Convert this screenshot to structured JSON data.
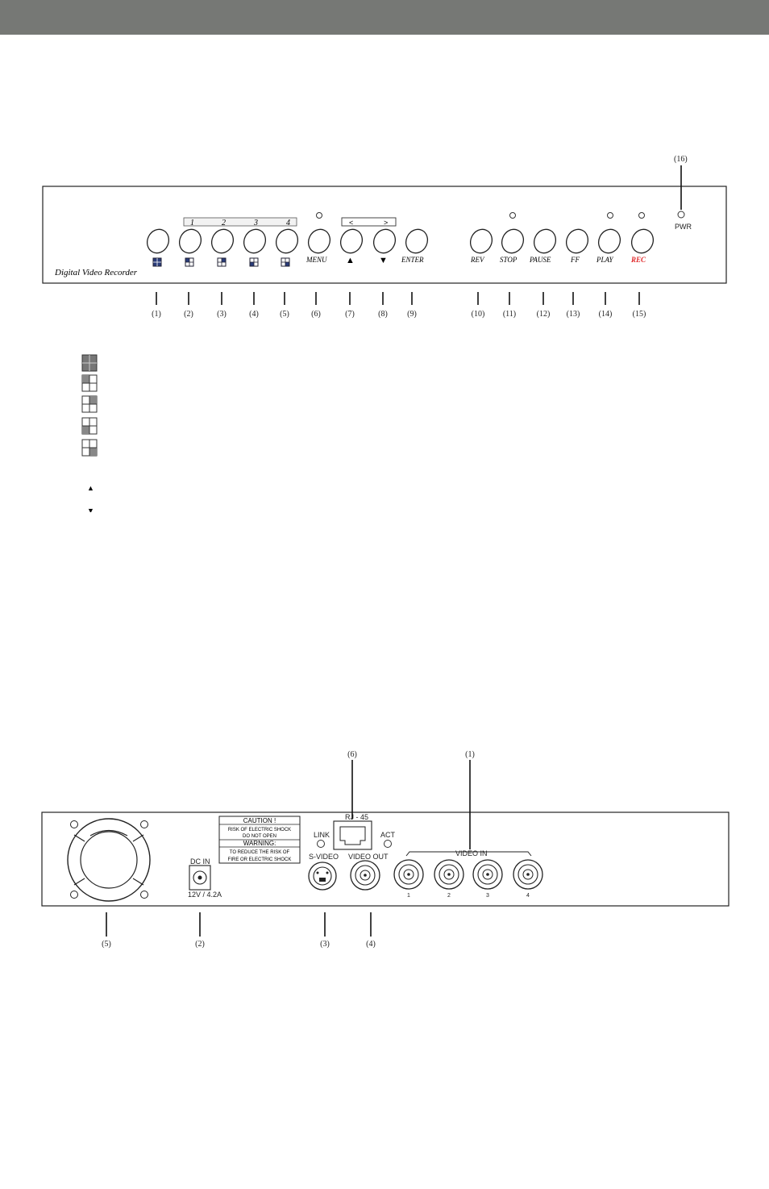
{
  "front_panel": {
    "brand_text": "Digital Video Recorder",
    "channel_strip": [
      "1",
      "2",
      "3",
      "4"
    ],
    "arrow_strip": {
      "left": "<",
      "right": ">"
    },
    "buttons_left": [
      {
        "label": "",
        "callout": "(1)",
        "icon": "quad-view-icon"
      },
      {
        "label": "",
        "callout": "(2)",
        "icon": "channel-1-view-icon"
      },
      {
        "label": "",
        "callout": "(3)",
        "icon": "channel-2-view-icon"
      },
      {
        "label": "",
        "callout": "(4)",
        "icon": "channel-3-view-icon"
      },
      {
        "label": "",
        "callout": "(5)",
        "icon": "channel-4-view-icon"
      },
      {
        "label": "MENU",
        "callout": "(6)",
        "icon": ""
      },
      {
        "label": "▲",
        "callout": "(7)",
        "icon": "up-arrow-icon"
      },
      {
        "label": "▼",
        "callout": "(8)",
        "icon": "down-arrow-icon"
      },
      {
        "label": "ENTER",
        "callout": "(9)",
        "icon": ""
      }
    ],
    "buttons_right": [
      {
        "label": "REV",
        "callout": "(10)"
      },
      {
        "label": "STOP",
        "callout": "(11)"
      },
      {
        "label": "PAUSE",
        "callout": "(12)"
      },
      {
        "label": "FF",
        "callout": "(13)"
      },
      {
        "label": "PLAY",
        "callout": "(14)"
      },
      {
        "label": "REC",
        "callout": "(15)"
      }
    ],
    "power_label": "PWR",
    "power_callout": "(16)",
    "rec_color": "#e0282a"
  },
  "legend": {
    "split_icons": [
      "quad-view-icon",
      "channel-1-view-icon",
      "channel-2-view-icon",
      "channel-3-view-icon",
      "channel-4-view-icon"
    ],
    "arrows": [
      "▲",
      "▼"
    ]
  },
  "rear_panel": {
    "caution": {
      "title": "CAUTION !",
      "line1": "RISK OF ELECTRIC SHOCK",
      "line2": "DO NOT OPEN",
      "warning": "WARNING:",
      "line3": "TO REDUCE THE RISK OF",
      "line4": "FIRE OR ELECTRIC SHOCK"
    },
    "dc_in_label": "DC IN",
    "dc_rating": "12V / 4.2A",
    "link_label": "LINK",
    "act_label": "ACT",
    "rj45_label": "RJ - 45",
    "svideo_label": "S-VIDEO",
    "video_out_label": "VIDEO OUT",
    "video_in_label": "VIDEO IN",
    "video_in_ports": [
      "1",
      "2",
      "3",
      "4"
    ],
    "callouts": {
      "fan": "(5)",
      "dc_in": "(2)",
      "svideo": "(3)",
      "video_out": "(4)",
      "rj45": "(6)",
      "video_in": "(1)"
    }
  }
}
